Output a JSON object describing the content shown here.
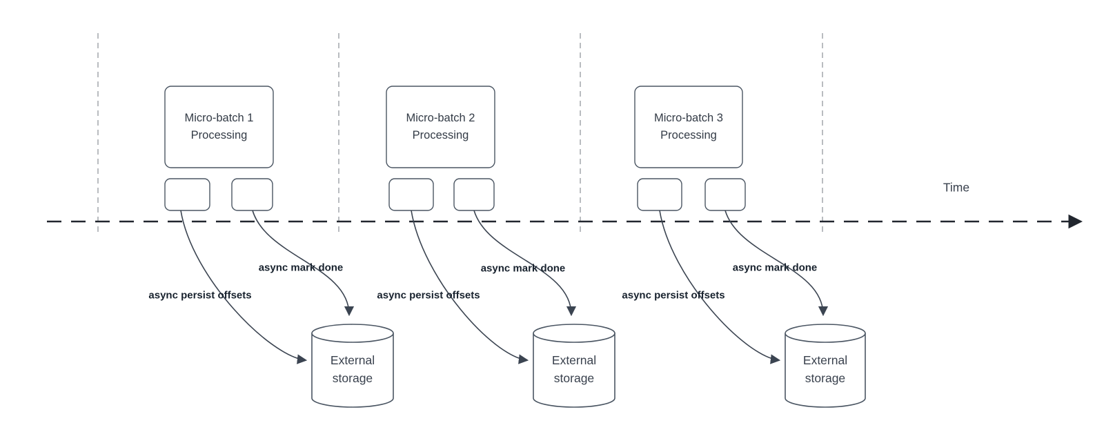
{
  "diagram": {
    "time_label": "Time",
    "groups": [
      {
        "box_label": "Micro-batch 1\nProcessing",
        "persist_label": "async persist offsets",
        "done_label": "async mark done",
        "storage_label": "External\nstorage"
      },
      {
        "box_label": "Micro-batch 2\nProcessing",
        "persist_label": "async persist offsets",
        "done_label": "async mark done",
        "storage_label": "External\nstorage"
      },
      {
        "box_label": "Micro-batch 3\nProcessing",
        "persist_label": "async persist offsets",
        "done_label": "async mark done",
        "storage_label": "External\nstorage"
      }
    ],
    "colors": {
      "shape_stroke": "#4a5562",
      "connector_stroke": "#3b4451",
      "timeline_stroke": "#21262e",
      "divider_stroke": "#b9bcc0",
      "async_label_text": "#18222e",
      "box_text": "#333b46",
      "background": "#ffffff"
    }
  }
}
